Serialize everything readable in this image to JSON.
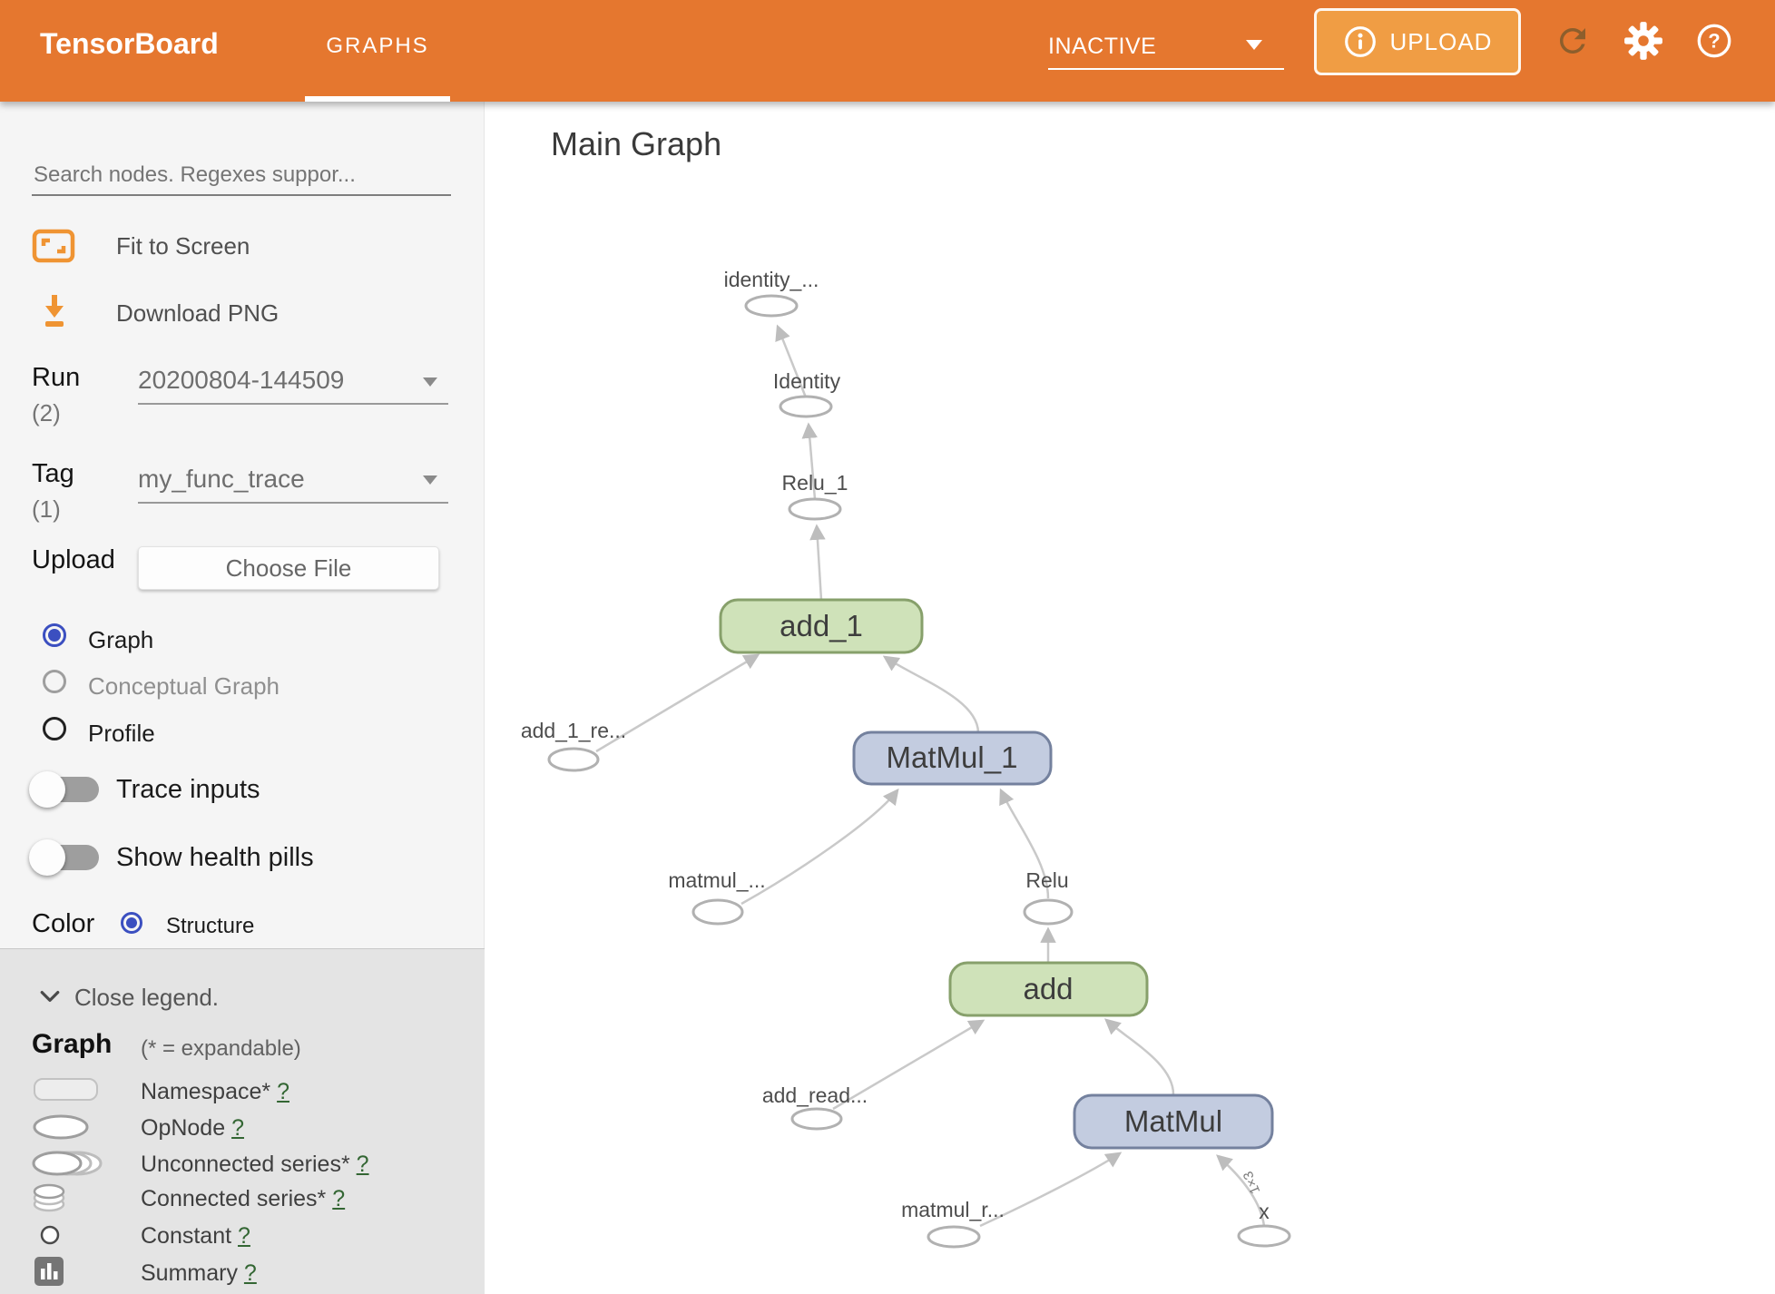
{
  "header": {
    "brand": "TensorBoard",
    "tab": "GRAPHS",
    "env_select": "INACTIVE",
    "upload_label": "UPLOAD"
  },
  "sidebar": {
    "search_placeholder": "Search nodes. Regexes suppor...",
    "fit_to_screen": "Fit to Screen",
    "download_png": "Download PNG",
    "run": {
      "label": "Run",
      "count": "(2)",
      "value": "20200804-144509"
    },
    "tag": {
      "label": "Tag",
      "count": "(1)",
      "value": "my_func_trace"
    },
    "upload": {
      "label": "Upload",
      "button": "Choose File"
    },
    "views": [
      {
        "label": "Graph",
        "selected": true
      },
      {
        "label": "Conceptual Graph",
        "selected": false
      },
      {
        "label": "Profile",
        "selected": false
      }
    ],
    "toggles": [
      {
        "label": "Trace inputs",
        "on": false
      },
      {
        "label": "Show health pills",
        "on": false
      }
    ],
    "color_by": {
      "label": "Color",
      "option": "Structure"
    },
    "legend": {
      "close": "Close legend.",
      "title": "Graph",
      "note": "(* = expandable)",
      "help_symbol": "?",
      "items": [
        {
          "label": "Namespace*",
          "icon": "namespace"
        },
        {
          "label": "OpNode",
          "icon": "opnode"
        },
        {
          "label": "Unconnected series*",
          "icon": "unconnected-series"
        },
        {
          "label": "Connected series*",
          "icon": "connected-series"
        },
        {
          "label": "Constant",
          "icon": "constant"
        },
        {
          "label": "Summary",
          "icon": "summary"
        }
      ]
    }
  },
  "main": {
    "title": "Main Graph",
    "graph": {
      "nodes": {
        "identity_series": "identity_...",
        "identity": "Identity",
        "relu_1": "Relu_1",
        "add_1": "add_1",
        "add_1_read": "add_1_re...",
        "matmul_1": "MatMul_1",
        "matmul_series": "matmul_...",
        "relu": "Relu",
        "add": "add",
        "add_read": "add_read...",
        "matmul": "MatMul",
        "matmul_read": "matmul_r...",
        "x": "x"
      },
      "edge_label": "1×3",
      "edges": [
        {
          "from": "Identity",
          "to": "identity_..."
        },
        {
          "from": "Relu_1",
          "to": "Identity"
        },
        {
          "from": "add_1",
          "to": "Relu_1"
        },
        {
          "from": "add_1_re...",
          "to": "add_1"
        },
        {
          "from": "MatMul_1",
          "to": "add_1"
        },
        {
          "from": "matmul_...",
          "to": "MatMul_1"
        },
        {
          "from": "Relu",
          "to": "MatMul_1"
        },
        {
          "from": "add",
          "to": "Relu"
        },
        {
          "from": "add_read...",
          "to": "add"
        },
        {
          "from": "MatMul",
          "to": "add"
        },
        {
          "from": "matmul_r...",
          "to": "MatMul"
        },
        {
          "from": "x",
          "to": "MatMul"
        }
      ]
    }
  },
  "colors": {
    "header_orange": "#e5772f",
    "upload_button": "#f09d44",
    "icon_orange": "#ef9433",
    "accent_radio_blue": "#3b4fc0",
    "node_green_fill": "#cfe2b9",
    "node_green_border": "#87a06b",
    "node_blue_fill": "#c3cce0",
    "node_blue_border": "#74819e",
    "edge_gray": "#c9c9c9",
    "help_link_green": "#336633"
  }
}
